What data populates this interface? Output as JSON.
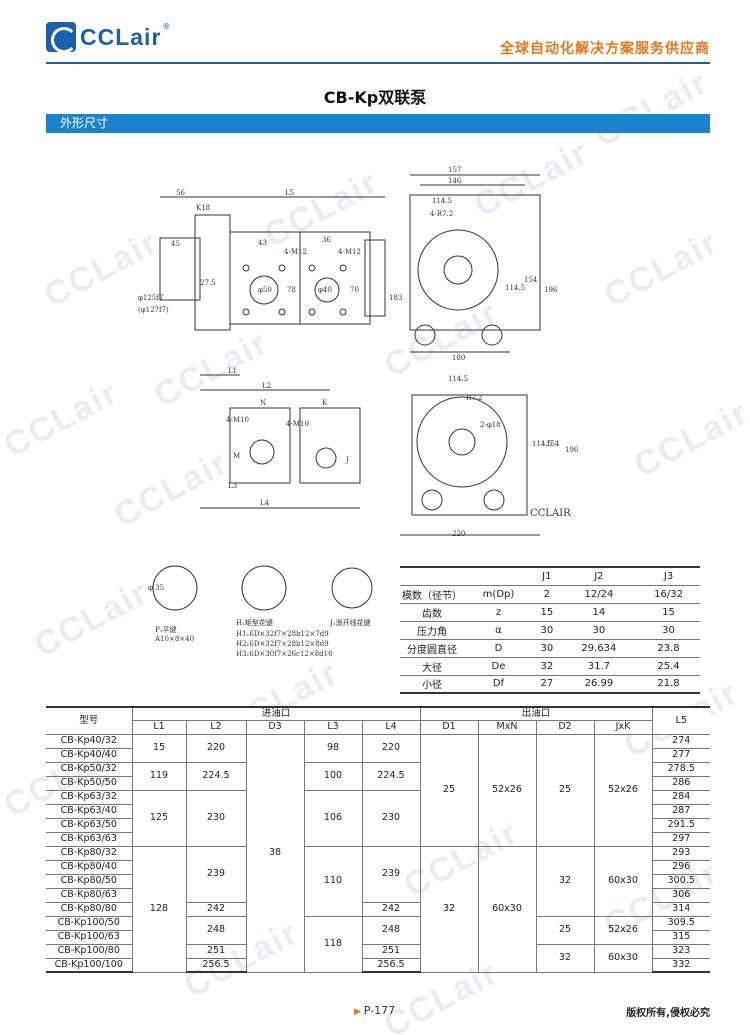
{
  "header": {
    "logo_text": "CCLair",
    "logo_reg": "®",
    "slogan": "全球自动化解决方案服务供应商"
  },
  "title": "CB-Kp双联泵",
  "section_bar": "外形尺寸",
  "watermark": "CCLair",
  "drawing": {
    "labels": [
      "56",
      "L5",
      "K18",
      "43",
      "4-M12",
      "36",
      "4-M12",
      "45",
      "27.5",
      "φ125f7",
      "(φ127f7)",
      "φ50",
      "78",
      "φ40",
      "70",
      "183",
      "L1",
      "L2",
      "157",
      "146",
      "114.5",
      "4-R7.2",
      "114.5",
      "154",
      "196",
      "180",
      "114.5",
      "R7.2",
      "2-φ18",
      "114.5",
      "154",
      "196",
      "220",
      "4-M10",
      "N",
      "4-M10",
      "K",
      "M",
      "J",
      "L3",
      "L4",
      "φ 35",
      "A10×8×40",
      "P₁平键",
      "H₁矩型花键",
      "H1₁6D×32f7×28b12×7d9",
      "H2₁6D×32f7×28b12×8d9",
      "H3₁6D×30f7×26c12×8d10",
      "J₁渐开线花键",
      "CCLAIR"
    ]
  },
  "spec_table": {
    "header": [
      "",
      "",
      "J1",
      "J2",
      "J3"
    ],
    "rows": [
      [
        "模数（径节）",
        "m(Dp)",
        "2",
        "12/24",
        "16/32"
      ],
      [
        "齿数",
        "z",
        "15",
        "14",
        "15"
      ],
      [
        "压力角",
        "α",
        "30",
        "30",
        "30"
      ],
      [
        "分度圆直径",
        "D",
        "30",
        "29.634",
        "23.8"
      ],
      [
        "大径",
        "De",
        "32",
        "31.7",
        "25.4"
      ],
      [
        "小径",
        "Df",
        "27",
        "26.99",
        "21.8"
      ]
    ]
  },
  "main_table": {
    "h_model": "型号",
    "h_inlet": "进油口",
    "h_outlet": "出油口",
    "h_l5": "L5",
    "cols": [
      "L1",
      "L2",
      "D3",
      "L3",
      "L4",
      "D1",
      "MxN",
      "D2",
      "JxK"
    ],
    "models": [
      "CB-Kp40/32",
      "CB-Kp40/40",
      "CB-Kp50/32",
      "CB-Kp50/50",
      "CB-Kp63/32",
      "CB-Kp63/40",
      "CB-Kp63/50",
      "CB-Kp63/63",
      "CB-Kp80/32",
      "CB-Kp80/40",
      "CB-Kp80/50",
      "CB-Kp80/63",
      "CB-Kp80/80",
      "CB-Kp100/50",
      "CB-Kp100/63",
      "CB-Kp100/80",
      "CB-Kp100/100"
    ],
    "l5": [
      "274",
      "277",
      "278.5",
      "286",
      "284",
      "287",
      "291.5",
      "297",
      "293",
      "296",
      "300.5",
      "306",
      "314",
      "309.5",
      "315",
      "323",
      "332"
    ],
    "l1": [
      "15",
      "119",
      "125",
      "128"
    ],
    "l2": [
      "220",
      "224.5",
      "230",
      "239",
      "242",
      "248",
      "251",
      "256.5"
    ],
    "d3": [
      "38"
    ],
    "l3": [
      "98",
      "100",
      "106",
      "110",
      "118"
    ],
    "l4": [
      "220",
      "224.5",
      "230",
      "239",
      "242",
      "248",
      "251",
      "256.5"
    ],
    "d1": [
      "25",
      "32"
    ],
    "mxn": [
      "52x26",
      "60x30"
    ],
    "d2": [
      "25",
      "32",
      "25",
      "32"
    ],
    "jxk": [
      "52x26",
      "60x30",
      "52x26",
      "60x30"
    ]
  },
  "footer": {
    "page": "P-177",
    "copyright": "版权所有,侵权必究"
  }
}
